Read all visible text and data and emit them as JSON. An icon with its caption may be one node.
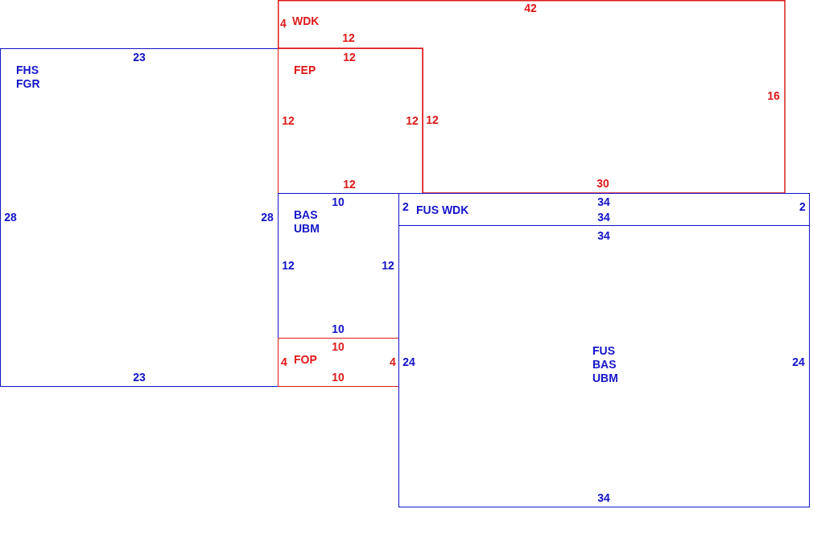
{
  "diagram": {
    "nodes": [
      {
        "text": [
          "WDK",
          "42",
          "4",
          "12",
          "16",
          "12",
          "30"
        ]
      },
      {
        "text": [
          "FHS FGR",
          "23",
          "28",
          "28",
          "23"
        ]
      },
      {
        "text": [
          "FEP",
          "12",
          "12",
          "12",
          "12"
        ]
      },
      {
        "text": [
          "BAS UBM",
          "10",
          "12",
          "12",
          "10"
        ]
      },
      {
        "text": [
          "FUS WDK",
          "2",
          "34",
          "34",
          "2"
        ]
      },
      {
        "text": [
          "FOP",
          "10",
          "4",
          "4",
          "10"
        ]
      },
      {
        "text": [
          "FUS BAS UBM",
          "34",
          "24",
          "24",
          "34"
        ]
      }
    ]
  }
}
